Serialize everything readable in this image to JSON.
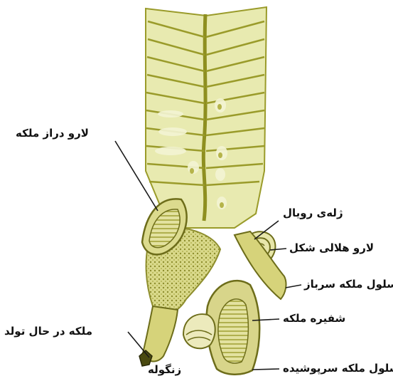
{
  "labels": {
    "long_larva": "لارو دراز ملکه",
    "royal_jelly": "ژله‌ی رویال",
    "crescent_larva": "لارو هلالی شکل",
    "open_queen_cell": "سلول ملکه سرباز",
    "queen_pupa": "شفیره ملکه",
    "emerging_queen": "ملکه در حال تولد",
    "capped_queen_cell": "سلول ملکه سرپوشیده",
    "bell": "زنگوله"
  },
  "colors": {
    "comb_fill": "#e4e7a6",
    "comb_stroke": "#9a9b2a",
    "cell_wall": "#c8c75c",
    "queen_cell": "#d6d37a",
    "dark": "#5a5a18",
    "leader": "#1a1a1a"
  }
}
